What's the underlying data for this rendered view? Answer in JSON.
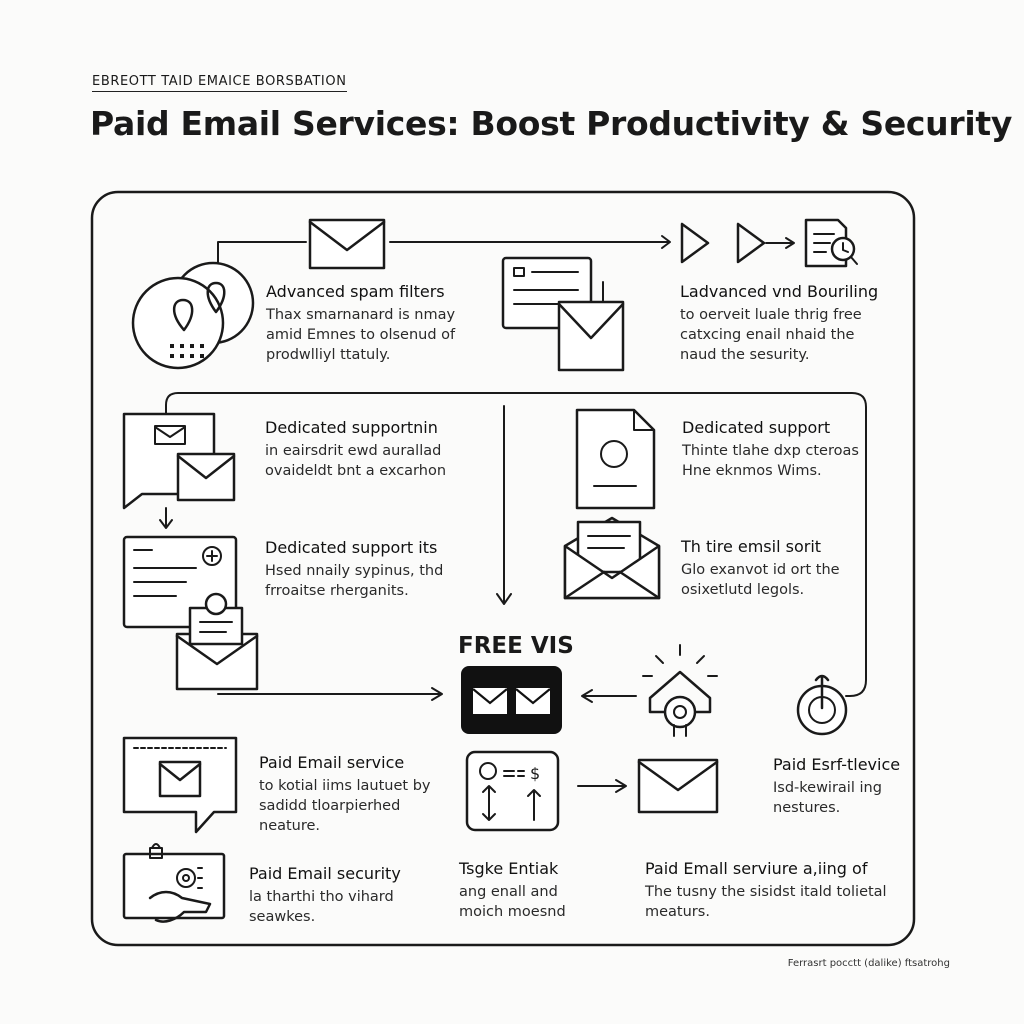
{
  "header": {
    "eyebrow": "EBREOTT TAID EMAICE BORSBATION",
    "title": "Paid Email Services: Boost Productivity & Security"
  },
  "hub": {
    "label": "FREE VIS"
  },
  "blocks": [
    {
      "heading": "Advanced spam filters",
      "body": "Thax smarnanard is nmay\namid Emnes to olsenud of\nprodwlliyl ttatuly."
    },
    {
      "heading": "Ladvanced vnd Bouriling",
      "body": "to oerveit luale thrig free\ncatxcing enail nhaid the\nnaud the sesurity."
    },
    {
      "heading": "Dedicated supportnin",
      "body": "in eairsdrit ewd aurallad\novaideldt bnt a excarhon"
    },
    {
      "heading": "Dedicated support",
      "body": "Thinte tlahe dxp cteroas\nHne eknmos Wims."
    },
    {
      "heading": "Dedicated support its",
      "body": "Hsed nnaily sypinus, thd\nfrroaitse rherganits."
    },
    {
      "heading": "Th tire emsil sorit",
      "body": "Glo exanvot id ort the\nosixetlutd legols."
    },
    {
      "heading": "Paid Email service",
      "body": "to kotial iims lautuet by\nsadidd tloarpierhed\nneature."
    },
    {
      "heading": "Paid Esrf-tlevice",
      "body": "Isd-kewirail ing\nnestures."
    },
    {
      "heading": "Paid Email security",
      "body": "la tharthi tho vihard\nseawkes."
    },
    {
      "heading": "Tsgke Entiak",
      "body": "ang enall and\nmoich moesnd"
    },
    {
      "heading": "Paid Emall serviure a,iing of",
      "body": "The tusny the sisidst itald tolietal\nmeaturs."
    }
  ],
  "footer": {
    "text": "Ferrasrt pocctt (dalike) ftsatrohg"
  },
  "colors": {
    "ink": "#1a1a1a",
    "background": "#fbfbfa",
    "hub_fill": "#111111"
  }
}
